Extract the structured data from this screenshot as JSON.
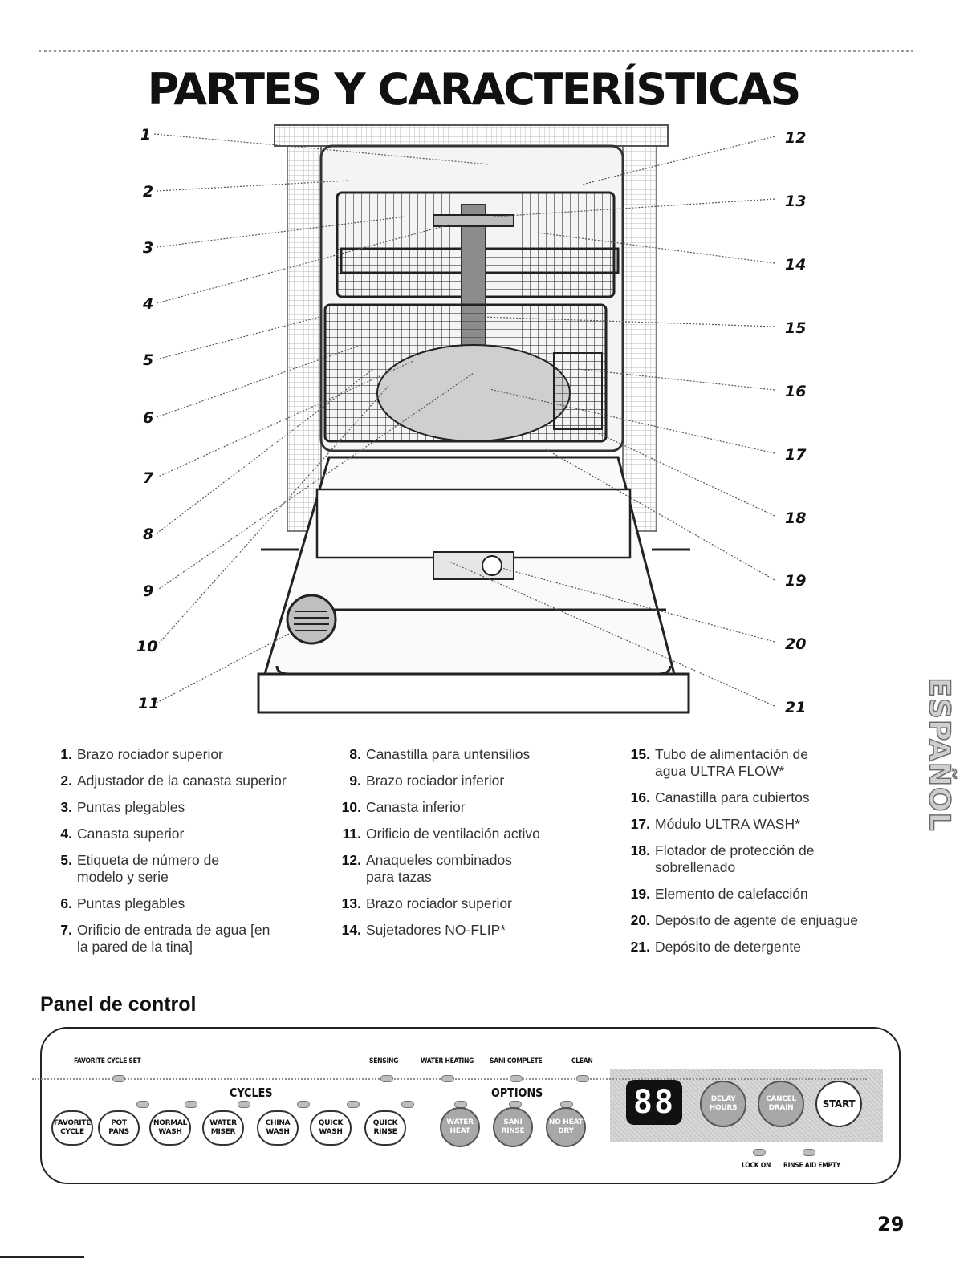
{
  "page": {
    "title": "PARTES Y CARACTERÍSTICAS",
    "number": "29",
    "side_tab": "ESPAÑOL"
  },
  "figure": {
    "callouts_left": [
      "1",
      "2",
      "3",
      "4",
      "5",
      "6",
      "7",
      "8",
      "9",
      "10",
      "11"
    ],
    "callouts_right": [
      "12",
      "13",
      "14",
      "15",
      "16",
      "17",
      "18",
      "19",
      "20",
      "21"
    ]
  },
  "parts": {
    "col1": [
      {
        "num": "1.",
        "text": "Brazo rociador superior"
      },
      {
        "num": "2.",
        "text": "Adjustador de la canasta superior"
      },
      {
        "num": "3.",
        "text": "Puntas plegables"
      },
      {
        "num": "4.",
        "text": "Canasta superior"
      },
      {
        "num": "5.",
        "text": "Etiqueta de número de modelo y serie"
      },
      {
        "num": "6.",
        "text": "Puntas plegables"
      },
      {
        "num": "7.",
        "text": "Orificio de entrada de agua [en la pared de la tina]"
      }
    ],
    "col2": [
      {
        "num": "8.",
        "text": "Canastilla para untensilios"
      },
      {
        "num": "9.",
        "text": "Brazo rociador inferior"
      },
      {
        "num": "10.",
        "text": "Canasta inferior"
      },
      {
        "num": "11.",
        "text": "Orificio de ventilación activo"
      },
      {
        "num": "12.",
        "text": "Anaqueles combinados para tazas"
      },
      {
        "num": "13.",
        "text": "Brazo rociador superior"
      },
      {
        "num": "14.",
        "text": "Sujetadores NO-FLIP*"
      }
    ],
    "col3": [
      {
        "num": "15.",
        "text": "Tubo de alimentación de agua ULTRA FLOW*"
      },
      {
        "num": "16.",
        "text": "Canastilla para cubiertos"
      },
      {
        "num": "17.",
        "text": "Módulo ULTRA WASH*"
      },
      {
        "num": "18.",
        "text": "Flotador de protección de sobrellenado"
      },
      {
        "num": "19.",
        "text": "Elemento de calefacción"
      },
      {
        "num": "20.",
        "text": "Depósito de agente de enjuague"
      },
      {
        "num": "21.",
        "text": "Depósito de detergente"
      }
    ]
  },
  "control_panel": {
    "title": "Panel de control",
    "indicators_top": {
      "favorite_cycle_set": "FAVORITE CYCLE SET",
      "sensing": "SENSING",
      "water_heating": "WATER HEATING",
      "sani_complete": "SANI COMPLETE",
      "clean": "CLEAN"
    },
    "cycles_label": "CYCLES",
    "options_label": "OPTIONS",
    "cycle_buttons": [
      {
        "label": "FAVORITE\nCYCLE"
      },
      {
        "label": "POT\nPANS"
      },
      {
        "label": "NORMAL\nWASH"
      },
      {
        "label": "WATER\nMISER"
      },
      {
        "label": "CHINA\nWASH"
      },
      {
        "label": "QUICK\nWASH"
      },
      {
        "label": "QUICK\nRINSE"
      }
    ],
    "option_buttons": [
      {
        "label": "WATER\nHEAT"
      },
      {
        "label": "SANI\nRINSE"
      },
      {
        "label": "NO HEAT\nDRY"
      }
    ],
    "display": "88",
    "right_buttons": [
      {
        "label": "DELAY\nHOURS"
      },
      {
        "label": "CANCEL\nDRAIN"
      },
      {
        "label": "START"
      }
    ],
    "indicators_bottom": {
      "lock_on": "LOCK ON",
      "rinse_aid_empty": "RINSE AID EMPTY"
    }
  }
}
